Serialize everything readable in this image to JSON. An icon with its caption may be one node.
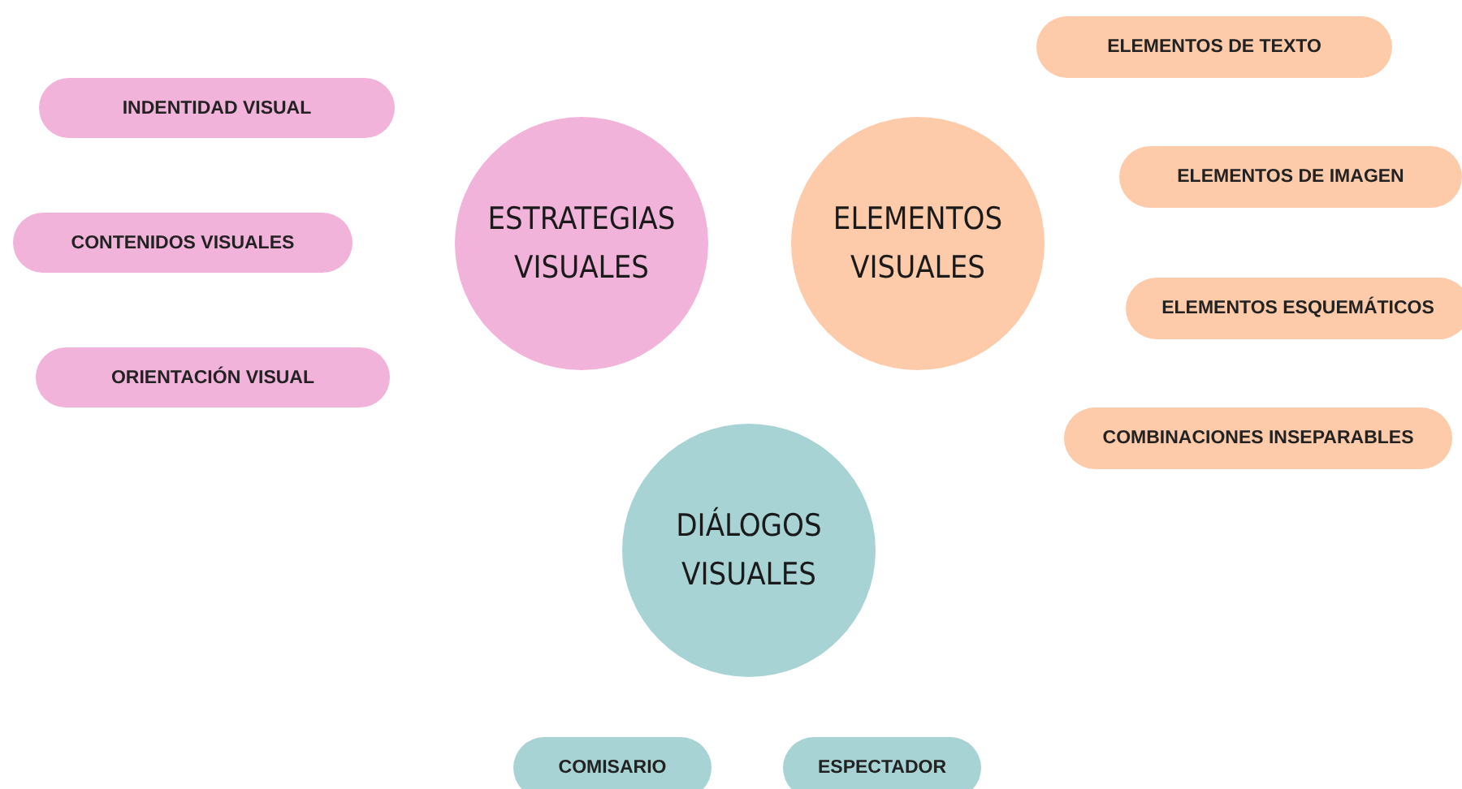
{
  "diagram": {
    "nodes": [
      {
        "text": [
          "INDENTIDAD VISUAL"
        ]
      },
      {
        "text": [
          "CONTENIDOS VISUALES"
        ]
      },
      {
        "text": [
          "ORIENTACIÓN VISUAL"
        ]
      },
      {
        "text": [
          "ESTRATEGIAS VISUALES"
        ]
      },
      {
        "text": [
          "ELEMENTOS VISUALES"
        ]
      },
      {
        "text": [
          "ELEMENTOS DE TEXTO"
        ]
      },
      {
        "text": [
          "ELEMENTOS DE IMAGEN"
        ]
      },
      {
        "text": [
          "ELEMENTOS ESQUEMÁTICOS"
        ]
      },
      {
        "text": [
          "COMBINACIONES INSEPARABLES"
        ]
      },
      {
        "text": [
          "DIÁLOGOS VISUALES"
        ]
      },
      {
        "text": [
          "COMISARIO"
        ]
      },
      {
        "text": [
          "ESPECTADOR"
        ]
      }
    ]
  }
}
